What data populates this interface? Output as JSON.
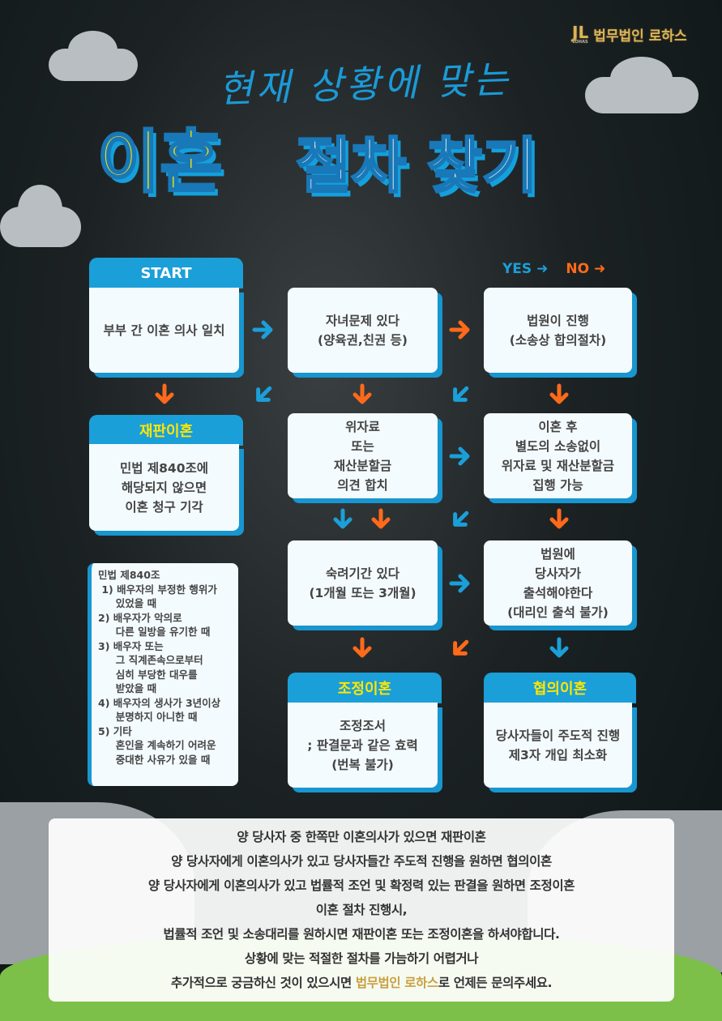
{
  "logo": {
    "text": "법무법인 로하스",
    "mark": "JL",
    "mark_sub": "LOHAS"
  },
  "title": {
    "subtitle": "현재 상황에 맞는",
    "highlight": "이혼",
    "main": "절차 찾기"
  },
  "legend": {
    "yes": "YES",
    "no": "NO",
    "yes_color": "#1b9fd8",
    "no_color": "#ff6a1a"
  },
  "tabs": {
    "start": "START",
    "trial": "재판이혼",
    "mediation": "조정이혼",
    "agreement": "협의이혼"
  },
  "boxes": {
    "r1c1": "부부 간 이혼 의사 일치",
    "r1c2": "자녀문제 있다\n(양육권,친권 등)",
    "r1c3": "법원이 진행\n(소송상 합의절차)",
    "r2c1": "민법 제840조에\n해당되지 않으면\n이혼 청구 기각",
    "r2c2": "위자료\n또는\n재산분할금\n의견 합치",
    "r2c3": "이혼 후\n별도의 소송없이\n위자료 및 재산분할금\n집행 가능",
    "r3c2": "숙려기간 있다\n(1개월 또는 3개월)",
    "r3c3": "법원에\n당사자가\n출석해야한다\n(대리인 출석 불가)",
    "r4c2": "조정조서\n; 판결문과 같은 효력\n(번복 불가)",
    "r4c3": "당사자들이 주도적 진행\n제3자 개입 최소화"
  },
  "article840": "민법 제840조\n 1) 배우자의 부정한 행위가\n     있었을 때\n2) 배우자가 악의로\n     다른 일방을 유기한 때\n3) 배우자 또는\n     그 직계존속으로부터\n     심히 부당한 대우를\n     받았을 때\n4) 배우자의 생사가 3년이상\n     분명하지 아니한 때\n5) 기타\n     혼인을 계속하기 어려운\n     중대한 사유가 있을 때",
  "bottom": {
    "lines": [
      "양 당사자 중 한쪽만 이혼의사가 있으면 재판이혼",
      "양 당사자에게 이혼의사가 있고 당사자들간 주도적 진행을 원하면 협의이혼",
      "양 당사자에게 이혼의사가 있고 법률적 조언 및 확정력 있는 판결을 원하면 조정이혼",
      "이혼 절차 진행시,",
      "법률적 조언 및 소송대리를 원하시면 재판이혼 또는 조정이혼을 하셔야합니다.",
      "상황에 맞는 적절한 절차를 가늠하기 어렵거나"
    ],
    "last_prefix": "추가적으로 궁금하신 것이 있으시면 ",
    "last_brand": "법무법인 로하스",
    "last_suffix": "로 언제든 문의주세요."
  }
}
